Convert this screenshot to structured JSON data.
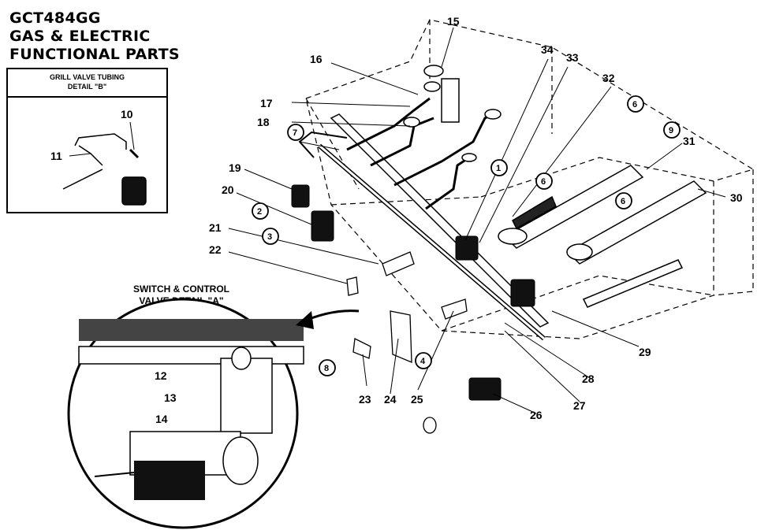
{
  "title": {
    "line1": "GCT484GG",
    "line2": "GAS & ELECTRIC",
    "line3": "FUNCTIONAL PARTS"
  },
  "detail_b": {
    "header_line1": "GRILL VALVE TUBING",
    "header_line2": "DETAIL \"B\"",
    "labels": [
      "10",
      "11"
    ]
  },
  "detail_a": {
    "title_line1": "SWITCH & CONTROL",
    "title_line2": "VALVE DETAIL \"A\"",
    "labels": [
      "12",
      "13",
      "14"
    ]
  },
  "callouts": {
    "plain": [
      "15",
      "16",
      "17",
      "18",
      "19",
      "20",
      "21",
      "22",
      "23",
      "24",
      "25",
      "26",
      "27",
      "28",
      "29",
      "30",
      "31",
      "32",
      "33",
      "34"
    ],
    "circled": [
      "1",
      "2",
      "3",
      "4",
      "6",
      "6",
      "6",
      "7",
      "8",
      "9"
    ]
  }
}
